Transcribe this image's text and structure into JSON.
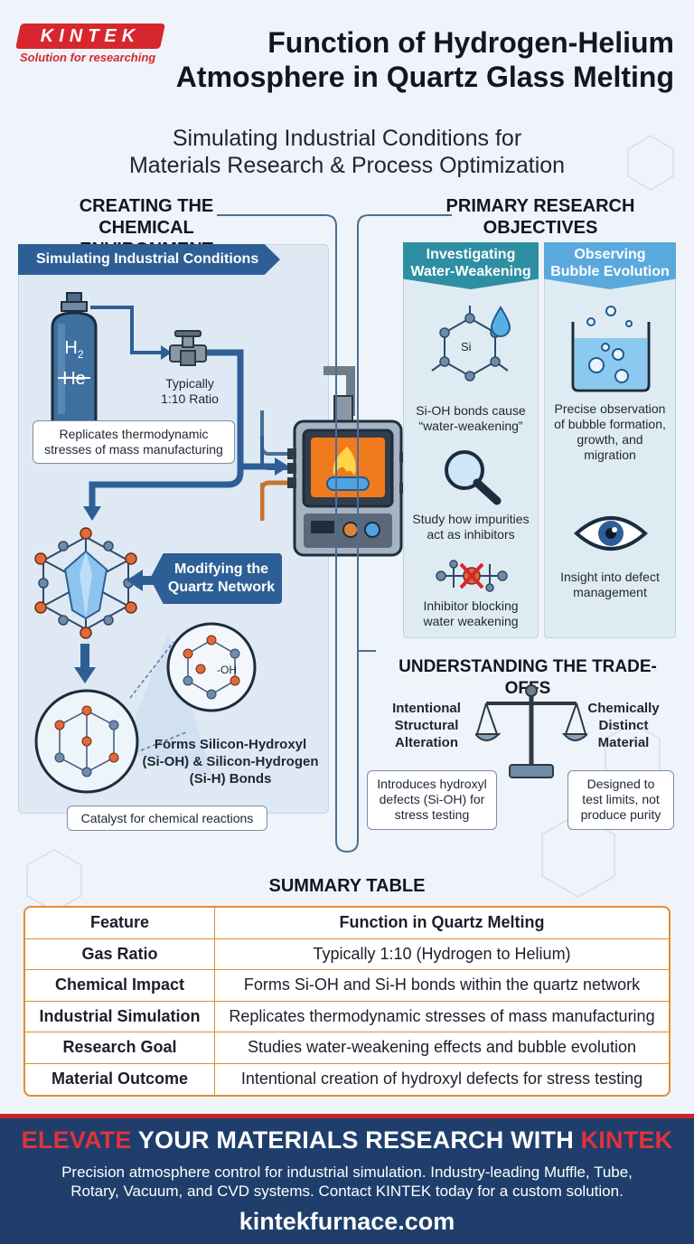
{
  "header": {
    "logo": "KINTEK",
    "tagline": "Solution for researching",
    "title_line1": "Function of Hydrogen-Helium",
    "title_line2": "Atmosphere in Quartz Glass Melting",
    "subtitle_line1": "Simulating Industrial Conditions for",
    "subtitle_line2": "Materials Research & Process Optimization"
  },
  "left": {
    "heading_line1": "CREATING THE CHEMICAL",
    "heading_line2": "ENVIRONMENT",
    "banner": "Simulating Industrial Conditions",
    "gas_h2": "H",
    "gas_h2_sub": "2",
    "gas_he": "He",
    "ratio_line1": "Typically",
    "ratio_line2": "1:10 Ratio",
    "replicates_line1": "Replicates thermodynamic",
    "replicates_line2": "stresses of mass manufacturing",
    "modifying_line1": "Modifying the",
    "modifying_line2": "Quartz Network",
    "oh_label": "-OH",
    "forms_line1": "Forms Silicon-Hydroxyl",
    "forms_line2": "(Si-OH) & Silicon-Hydrogen",
    "forms_line3": "(Si-H) Bonds",
    "catalyst": "Catalyst for chemical reactions"
  },
  "right": {
    "heading_line1": "PRIMARY RESEARCH",
    "heading_line2": "OBJECTIVES",
    "card1": {
      "title_line1": "Investigating",
      "title_line2": "Water-Weakening",
      "si_label": "Si",
      "item1_line1": "Si-OH bonds cause",
      "item1_line2": "“water-weakening”",
      "item2_line1": "Study how impurities",
      "item2_line2": "act as inhibitors",
      "item3_line1": "Inhibitor blocking",
      "item3_line2": "water weakening"
    },
    "card2": {
      "title_line1": "Observing",
      "title_line2": "Bubble Evolution",
      "item1_line1": "Precise observation",
      "item1_line2": "of bubble formation,",
      "item1_line3": "growth, and",
      "item1_line4": "migration",
      "item2_line1": "Insight into defect",
      "item2_line2": "management"
    },
    "tradeoffs": {
      "heading": "UNDERSTANDING THE TRADE-OFFS",
      "left_title_line1": "Intentional",
      "left_title_line2": "Structural",
      "left_title_line3": "Alteration",
      "right_title_line1": "Chemically",
      "right_title_line2": "Distinct",
      "right_title_line3": "Material",
      "left_note_line1": "Introduces hydroxyl",
      "left_note_line2": "defects (Si-OH) for",
      "left_note_line3": "stress testing",
      "right_note_line1": "Designed to",
      "right_note_line2": "test limits, not",
      "right_note_line3": "produce purity"
    }
  },
  "summary": {
    "heading": "SUMMARY TABLE",
    "columns": [
      "Feature",
      "Function in Quartz Melting"
    ],
    "rows": [
      [
        "Gas Ratio",
        "Typically 1:10 (Hydrogen to Helium)"
      ],
      [
        "Chemical Impact",
        "Forms Si-OH and Si-H bonds within the quartz network"
      ],
      [
        "Industrial Simulation",
        "Replicates thermodynamic stresses of mass manufacturing"
      ],
      [
        "Research Goal",
        "Studies water-weakening effects and bubble evolution"
      ],
      [
        "Material Outcome",
        "Intentional creation of hydroxyl defects for stress testing"
      ]
    ]
  },
  "footer": {
    "title_red1": "ELEVATE",
    "title_mid": " YOUR MATERIALS RESEARCH WITH ",
    "title_red2": "KINTEK",
    "body_line1": "Precision atmosphere control for industrial simulation. Industry-leading Muffle, Tube,",
    "body_line2": "Rotary, Vacuum, and CVD systems. Contact KINTEK today for a custom solution.",
    "url": "kintekfurnace.com"
  },
  "colors": {
    "brand_red": "#d8262e",
    "panel_blue": "#2d5f96",
    "table_orange": "#e88a33",
    "footer_navy": "#1f3e6b"
  }
}
